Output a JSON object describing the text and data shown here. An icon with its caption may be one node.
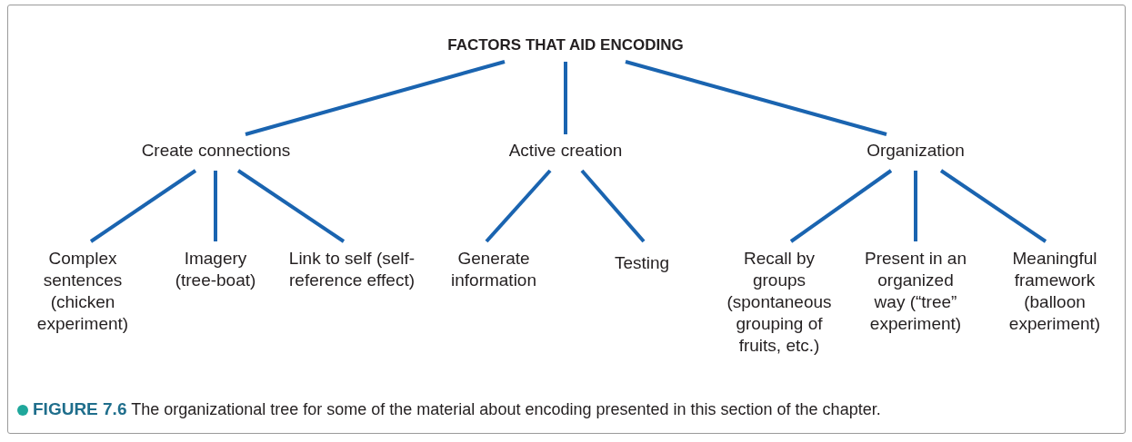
{
  "diagram": {
    "caption": "**FIGURE 7.6** The organizational tree for some of the material about encoding presented in this section of the chapter.",
    "nodes": [
      {
        "text": [
          "FACTORS THAT AID ENCODING"
        ]
      },
      {
        "text": [
          "Create connections"
        ]
      },
      {
        "text": [
          "Active creation"
        ]
      },
      {
        "text": [
          "Organization"
        ]
      },
      {
        "text": [
          "Complex sentences (chicken experiment)"
        ]
      },
      {
        "text": [
          "Imagery (tree-boat)"
        ]
      },
      {
        "text": [
          "Link to self (self-reference effect)"
        ]
      },
      {
        "text": [
          "Generate information"
        ]
      },
      {
        "text": [
          "Testing"
        ]
      },
      {
        "text": [
          "Recall by groups (spontaneous grouping of fruits, etc.)"
        ]
      },
      {
        "text": [
          "Present in an organized way (“tree” experiment)"
        ]
      },
      {
        "text": [
          "Meaningful framework (balloon experiment)"
        ]
      }
    ],
    "edges": [
      {
        "from": 0,
        "to": 1,
        "arrow": "none"
      },
      {
        "from": 0,
        "to": 2,
        "arrow": "none"
      },
      {
        "from": 0,
        "to": 3,
        "arrow": "none"
      },
      {
        "from": 1,
        "to": 4,
        "arrow": "none"
      },
      {
        "from": 1,
        "to": 5,
        "arrow": "none"
      },
      {
        "from": 1,
        "to": 6,
        "arrow": "none"
      },
      {
        "from": 2,
        "to": 7,
        "arrow": "none"
      },
      {
        "from": 2,
        "to": 8,
        "arrow": "none"
      },
      {
        "from": 3,
        "to": 9,
        "arrow": "none"
      },
      {
        "from": 3,
        "to": 10,
        "arrow": "none"
      },
      {
        "from": 3,
        "to": 11,
        "arrow": "none"
      }
    ]
  }
}
